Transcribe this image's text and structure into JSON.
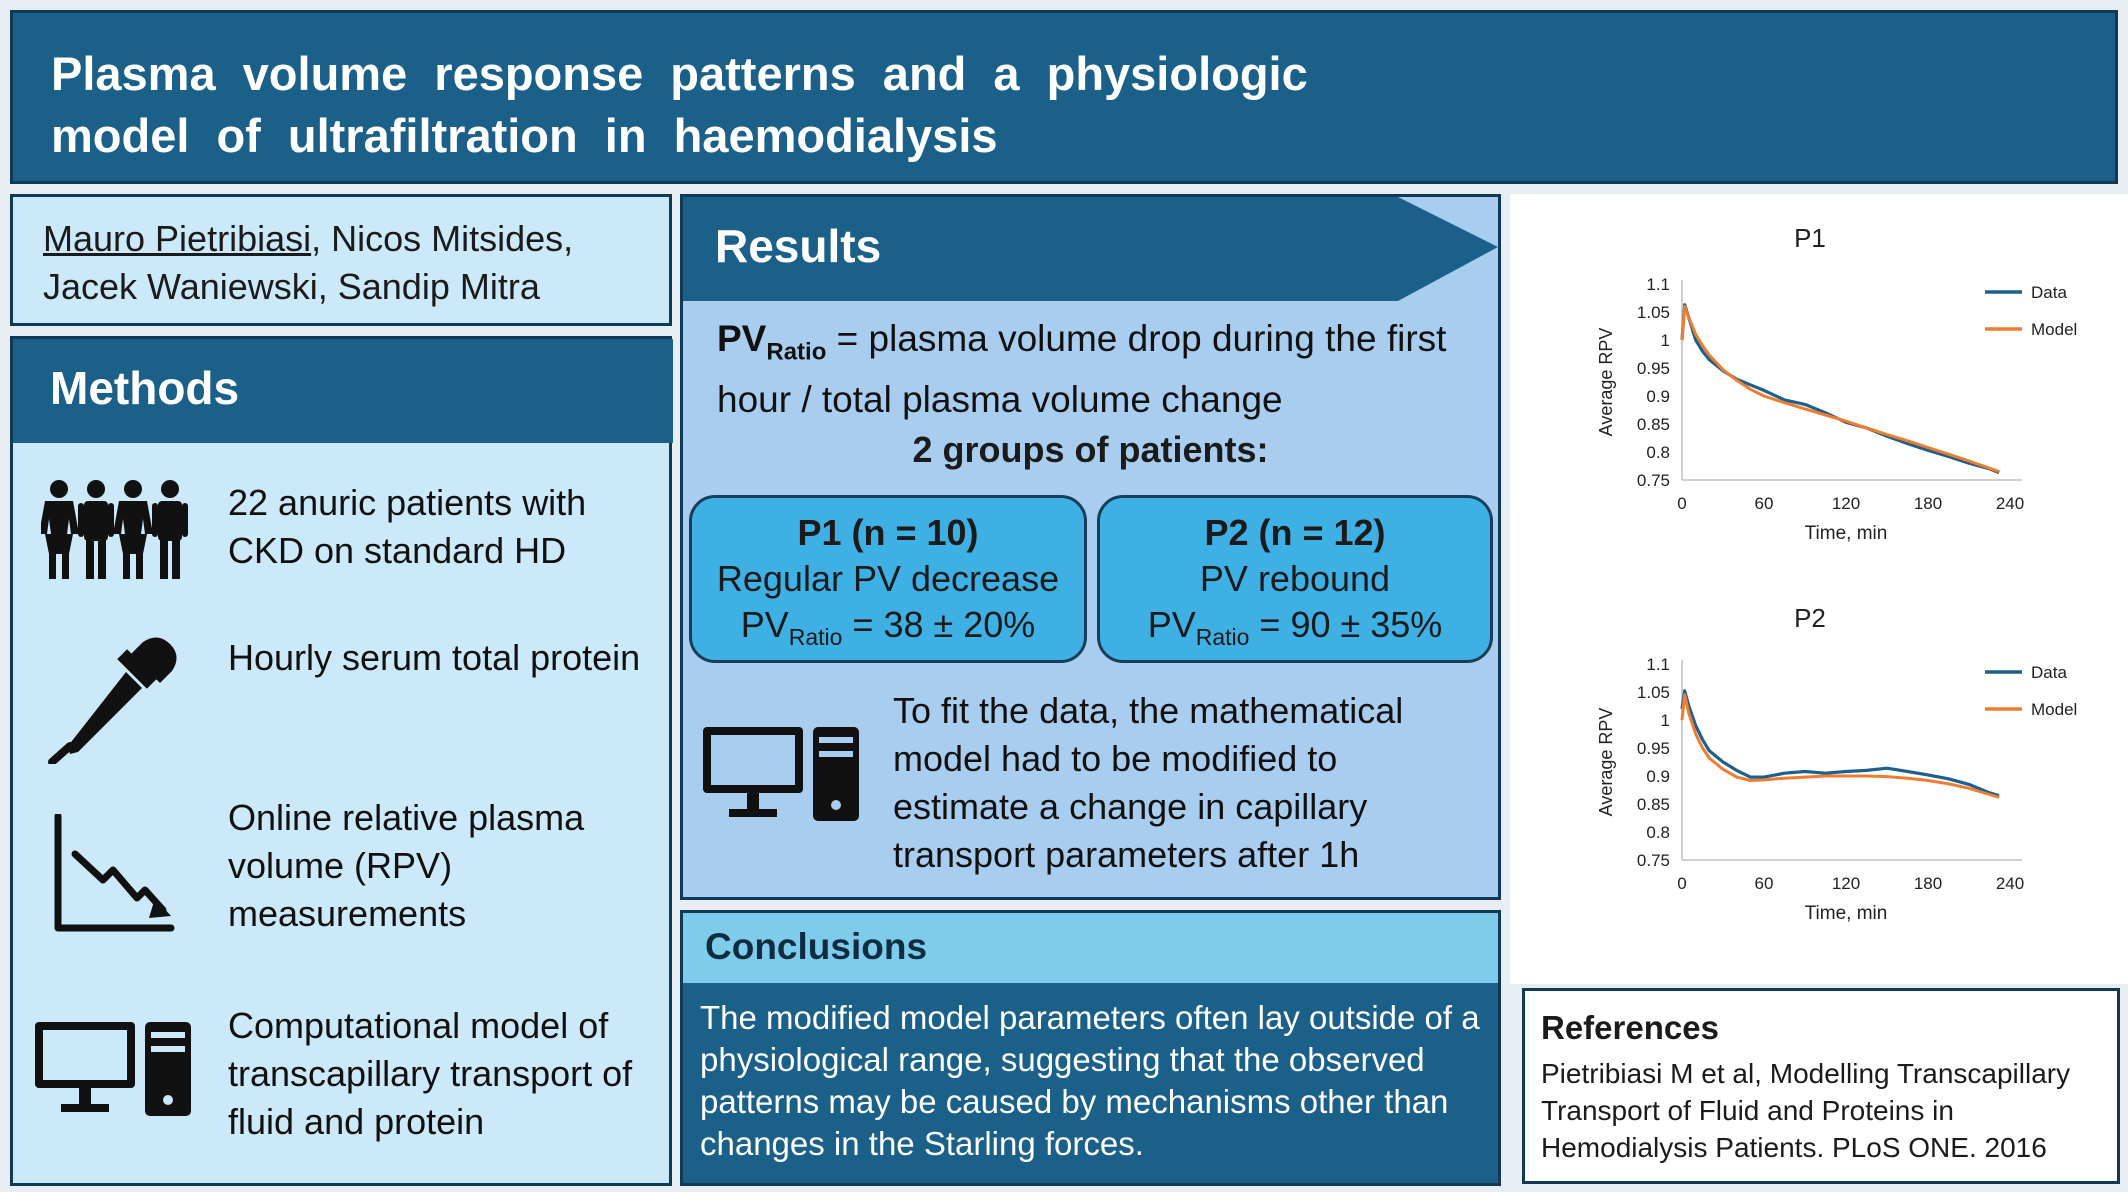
{
  "title": "Plasma volume response patterns and a physiologic model of ultrafiltration in haemodialysis",
  "authors": {
    "presenter": "Mauro Pietribiasi",
    "rest": ", Nicos Mitsides, Jacek Waniewski, Sandip Mitra"
  },
  "methods": {
    "heading": "Methods",
    "items": [
      {
        "icon": "patients-icon",
        "text": "22 anuric patients with CKD on standard HD"
      },
      {
        "icon": "dropper-icon",
        "text": "Hourly serum total protein"
      },
      {
        "icon": "trend-chart-icon",
        "text": "Online relative plasma volume (RPV) measurements"
      },
      {
        "icon": "computer-icon",
        "text": "Computational model of transcapillary transport of fluid and protein"
      }
    ]
  },
  "results": {
    "heading": "Results",
    "def_pv": "PV",
    "def_sub": "Ratio",
    "def_text": " = plasma volume drop during the first hour / total plasma volume change",
    "groups_title": "2 groups of patients:",
    "groups": [
      {
        "title": "P1 (n = 10)",
        "desc": "Regular PV decrease",
        "pv": "PV",
        "sub": "Ratio",
        "value": " = 38 ± 20%"
      },
      {
        "title": "P2 (n = 12)",
        "desc": "PV rebound",
        "pv": "PV",
        "sub": "Ratio",
        "value": " = 90 ± 35%"
      }
    ],
    "fit_text": "To fit the data, the mathematical model had to be modified to estimate a change in capillary transport parameters after 1h"
  },
  "conclusions": {
    "heading": "Conclusions",
    "text": "The modified model parameters often lay outside of a physiological range, suggesting that the observed patterns may be caused by mechanisms other than changes in the Starling forces."
  },
  "references": {
    "heading": "References",
    "text": "Pietribiasi M et al, Modelling Transcapillary Transport of Fluid and Proteins in Hemodialysis Patients. PLoS ONE. 2016"
  },
  "colors": {
    "data": "#1f5f8b",
    "model": "#ed7d31",
    "banner": "#1b6088"
  },
  "chart_data": [
    {
      "type": "line",
      "title": "P1",
      "xlabel": "Time, min",
      "ylabel": "Average RPV",
      "xlim": [
        0,
        240
      ],
      "ylim": [
        0.75,
        1.1
      ],
      "xticks": [
        "0",
        "60",
        "120",
        "180",
        "240"
      ],
      "yticks": [
        "0.75",
        "0.8",
        "0.85",
        "0.9",
        "0.95",
        "1",
        "1.05",
        "1.1"
      ],
      "legend": "top-right",
      "series": [
        {
          "name": "Data",
          "x": [
            0,
            2,
            5,
            10,
            15,
            20,
            30,
            40,
            50,
            60,
            75,
            90,
            105,
            120,
            135,
            150,
            165,
            180,
            195,
            210,
            225,
            232
          ],
          "y": [
            1.0,
            1.063,
            1.04,
            1.0,
            0.98,
            0.965,
            0.945,
            0.93,
            0.92,
            0.91,
            0.893,
            0.885,
            0.87,
            0.853,
            0.843,
            0.828,
            0.815,
            0.803,
            0.792,
            0.78,
            0.77,
            0.763
          ]
        },
        {
          "name": "Model",
          "x": [
            0,
            2,
            5,
            10,
            15,
            20,
            30,
            40,
            50,
            60,
            75,
            90,
            105,
            120,
            135,
            150,
            165,
            180,
            195,
            210,
            225,
            232
          ],
          "y": [
            1.0,
            1.06,
            1.04,
            1.01,
            0.99,
            0.973,
            0.947,
            0.928,
            0.912,
            0.9,
            0.888,
            0.877,
            0.866,
            0.855,
            0.843,
            0.831,
            0.82,
            0.808,
            0.796,
            0.784,
            0.771,
            0.765
          ]
        }
      ]
    },
    {
      "type": "line",
      "title": "P2",
      "xlabel": "Time, min",
      "ylabel": "Average RPV",
      "xlim": [
        0,
        240
      ],
      "ylim": [
        0.75,
        1.1
      ],
      "xticks": [
        "0",
        "60",
        "120",
        "180",
        "240"
      ],
      "yticks": [
        "0.75",
        "0.8",
        "0.85",
        "0.9",
        "0.95",
        "1",
        "1.05",
        "1.1"
      ],
      "legend": "top-right",
      "series": [
        {
          "name": "Data",
          "x": [
            0,
            2,
            5,
            10,
            15,
            20,
            30,
            40,
            50,
            60,
            75,
            90,
            105,
            120,
            135,
            150,
            165,
            180,
            195,
            210,
            225,
            232
          ],
          "y": [
            1.02,
            1.052,
            1.025,
            0.99,
            0.965,
            0.945,
            0.925,
            0.91,
            0.898,
            0.898,
            0.905,
            0.908,
            0.905,
            0.908,
            0.91,
            0.914,
            0.908,
            0.902,
            0.895,
            0.885,
            0.87,
            0.865
          ]
        },
        {
          "name": "Model",
          "x": [
            0,
            2,
            5,
            10,
            15,
            20,
            30,
            40,
            50,
            60,
            75,
            90,
            105,
            120,
            135,
            150,
            165,
            180,
            195,
            210,
            225,
            232
          ],
          "y": [
            1.0,
            1.045,
            1.012,
            0.975,
            0.95,
            0.932,
            0.912,
            0.898,
            0.892,
            0.893,
            0.896,
            0.898,
            0.9,
            0.9,
            0.9,
            0.899,
            0.896,
            0.892,
            0.886,
            0.878,
            0.867,
            0.862
          ]
        }
      ]
    }
  ]
}
